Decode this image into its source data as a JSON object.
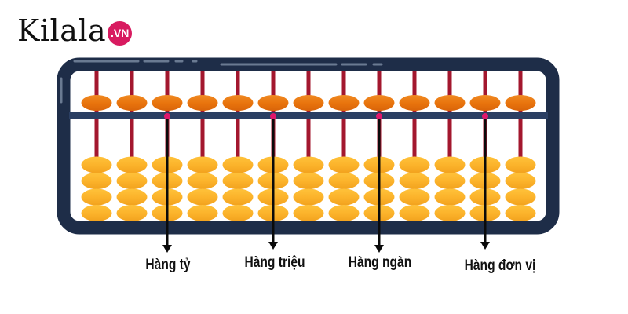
{
  "logo": {
    "text": "Kilala",
    "badge": ".VN",
    "badge_color": "#d81b60"
  },
  "abacus": {
    "rod_count": 13,
    "upper_beads_per_rod": 1,
    "lower_beads_per_rod": 4,
    "frame_color": "#1e2d48",
    "rod_color": "#a3172e",
    "upper_bead_color": "#e8730c",
    "lower_bead_color": "#fbb22a",
    "marker_color": "#e0176b",
    "marked_rods": [
      3,
      6,
      9,
      12
    ]
  },
  "labels": [
    {
      "text": "Hàng tỷ",
      "rod": 3
    },
    {
      "text": "Hàng triệu",
      "rod": 6
    },
    {
      "text": "Hàng ngàn",
      "rod": 9
    },
    {
      "text": "Hàng đơn vị",
      "rod": 12
    }
  ]
}
